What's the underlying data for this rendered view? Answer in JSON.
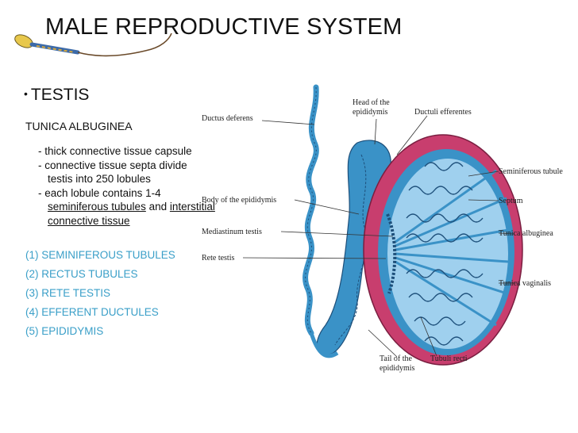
{
  "slide": {
    "title": "MALE REPRODUCTIVE SYSTEM",
    "bullet": "•",
    "section": "TESTIS",
    "subhead": "TUNICA ALBUGINEA",
    "desc": {
      "line1": "- thick connective tissue capsule",
      "line2a": "- connective tissue septa divide",
      "line2b": "testis into 250 lobules",
      "line3a": "- each lobule contains 1-4",
      "line3b_link1": "seminiferous tubules",
      "line3b_and": " and ",
      "line3b_link2": "interstitial",
      "line3c_link": "connective tissue"
    },
    "parts": [
      "(1) SEMINIFEROUS TUBULES",
      "(2) RECTUS TUBULES",
      "(3) RETE TESTIS",
      "(4) EFFERENT DUCTULES",
      "(5) EPIDIDYMIS"
    ]
  },
  "diagram": {
    "labels": {
      "ductus_deferens": "Ductus deferens",
      "head_epi_1": "Head of the",
      "head_epi_2": "epididymis",
      "ductuli_efferentes": "Ductuli efferentes",
      "seminiferous_tubule": "Seminiferous tubule",
      "body_epi": "Body of the epididymis",
      "septum": "Septum",
      "mediastinum": "Mediastinum testis",
      "tunica_albuginea": "Tunica albuginea",
      "rete_testis": "Rete testis",
      "tunica_vaginalis": "Tunica vaginalis",
      "tail_epi_1": "Tail of the",
      "tail_epi_2": "epididymis",
      "tubuli_recti": "Tubuli recti"
    },
    "colors": {
      "tubule": "#3a92c7",
      "tubule_dark": "#1d4f7a",
      "capsule": "#c83e6e",
      "interior": "#9fd0ee"
    }
  }
}
